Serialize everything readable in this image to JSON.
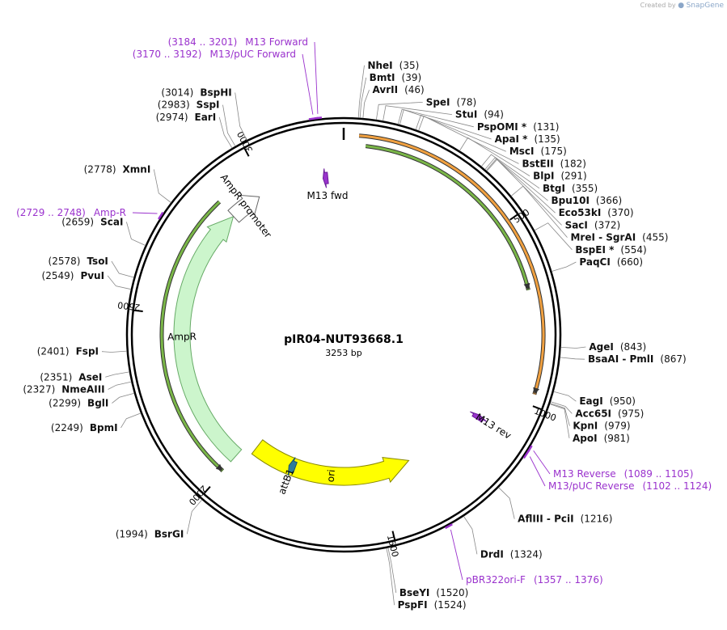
{
  "credit": {
    "prefix": "Created by",
    "brand": "SnapGene"
  },
  "plasmid": {
    "name": "pIR04-NUT93668.1",
    "length_label": "3253 bp",
    "length": 3253
  },
  "ticks": [
    {
      "pos": 500,
      "label": "500"
    },
    {
      "pos": 1000,
      "label": "1000"
    },
    {
      "pos": 1500,
      "label": "1500"
    },
    {
      "pos": 2000,
      "label": "2000"
    },
    {
      "pos": 2500,
      "label": "2500"
    },
    {
      "pos": 3000,
      "label": "3000"
    }
  ],
  "sites": [
    {
      "name": "NheI",
      "pos": 35,
      "posText": "(35)"
    },
    {
      "name": "BmtI",
      "pos": 39,
      "posText": "(39)"
    },
    {
      "name": "AvrII",
      "pos": 46,
      "posText": "(46)"
    },
    {
      "name": "SpeI",
      "pos": 78,
      "posText": "(78)"
    },
    {
      "name": "StuI",
      "pos": 94,
      "posText": "(94)"
    },
    {
      "name": "PspOMI *",
      "pos": 131,
      "posText": "(131)"
    },
    {
      "name": "ApaI *",
      "pos": 135,
      "posText": "(135)"
    },
    {
      "name": "MscI",
      "pos": 175,
      "posText": "(175)"
    },
    {
      "name": "BstEII",
      "pos": 182,
      "posText": "(182)"
    },
    {
      "name": "BlpI",
      "pos": 291,
      "posText": "(291)"
    },
    {
      "name": "BtgI",
      "pos": 355,
      "posText": "(355)"
    },
    {
      "name": "Bpu10I",
      "pos": 366,
      "posText": "(366)"
    },
    {
      "name": "Eco53kI",
      "pos": 370,
      "posText": "(370)"
    },
    {
      "name": "SacI",
      "pos": 372,
      "posText": "(372)"
    },
    {
      "name": "MreI - SgrAI",
      "pos": 455,
      "posText": "(455)"
    },
    {
      "name": "BspEI *",
      "pos": 554,
      "posText": "(554)"
    },
    {
      "name": "PaqCI",
      "pos": 660,
      "posText": "(660)"
    },
    {
      "name": "AgeI",
      "pos": 843,
      "posText": "(843)"
    },
    {
      "name": "BsaAI - PmlI",
      "pos": 867,
      "posText": "(867)"
    },
    {
      "name": "EagI",
      "pos": 950,
      "posText": "(950)"
    },
    {
      "name": "Acc65I",
      "pos": 975,
      "posText": "(975)"
    },
    {
      "name": "KpnI",
      "pos": 979,
      "posText": "(979)"
    },
    {
      "name": "ApoI",
      "pos": 981,
      "posText": "(981)"
    },
    {
      "name": "AflIII - PciI",
      "pos": 1216,
      "posText": "(1216)"
    },
    {
      "name": "DrdI",
      "pos": 1324,
      "posText": "(1324)"
    },
    {
      "name": "BseYI",
      "pos": 1520,
      "posText": "(1520)"
    },
    {
      "name": "PspFI",
      "pos": 1524,
      "posText": "(1524)"
    },
    {
      "name": "BsrGI",
      "pos": 1994,
      "posText": "(1994)"
    },
    {
      "name": "BpmI",
      "pos": 2249,
      "posText": "(2249)"
    },
    {
      "name": "BglI",
      "pos": 2299,
      "posText": "(2299)"
    },
    {
      "name": "NmeAIII",
      "pos": 2327,
      "posText": "(2327)"
    },
    {
      "name": "AseI",
      "pos": 2351,
      "posText": "(2351)"
    },
    {
      "name": "FspI",
      "pos": 2401,
      "posText": "(2401)"
    },
    {
      "name": "PvuI",
      "pos": 2549,
      "posText": "(2549)"
    },
    {
      "name": "TsoI",
      "pos": 2578,
      "posText": "(2578)"
    },
    {
      "name": "ScaI",
      "pos": 2659,
      "posText": "(2659)"
    },
    {
      "name": "XmnI",
      "pos": 2778,
      "posText": "(2778)"
    },
    {
      "name": "EarI",
      "pos": 2974,
      "posText": "(2974)"
    },
    {
      "name": "SspI",
      "pos": 2983,
      "posText": "(2983)"
    },
    {
      "name": "BspHI",
      "pos": 3014,
      "posText": "(3014)"
    }
  ],
  "primers": [
    {
      "name": "M13 Forward",
      "range": "(3184 .. 3201)",
      "start": 3184,
      "end": 3201
    },
    {
      "name": "M13/pUC Forward",
      "range": "(3170 .. 3192)",
      "start": 3170,
      "end": 3192
    },
    {
      "name": "Amp-R",
      "range": "(2729 .. 2748)",
      "start": 2729,
      "end": 2748
    },
    {
      "name": "M13 Reverse",
      "range": "(1089 .. 1105)",
      "start": 1089,
      "end": 1105
    },
    {
      "name": "M13/pUC Reverse",
      "range": "(1102 .. 1124)",
      "start": 1102,
      "end": 1124
    },
    {
      "name": "pBR322ori-F",
      "range": "(1357 .. 1376)",
      "start": 1357,
      "end": 1376
    }
  ],
  "features": [
    {
      "name": "AmpR",
      "start": 2003,
      "end": 2864,
      "dir": "cw",
      "color": "#ccf5cc",
      "stroke": "#66aa66"
    },
    {
      "name": "AmpR promoter",
      "start": 2865,
      "end": 2969,
      "dir": "cw",
      "color": "#ffffff",
      "stroke": "#666666"
    },
    {
      "name": "ori",
      "start": 1379,
      "end": 1967,
      "dir": "ccw",
      "color": "#ffff00",
      "stroke": "#888800"
    },
    {
      "name": "M13 fwd",
      "start": 3185,
      "end": 3201,
      "dir": "ccw",
      "color": "#9933cc",
      "stroke": "#6a1b9a"
    },
    {
      "name": "M13 rev",
      "start": 1089,
      "end": 1105,
      "dir": "ccw",
      "color": "#9933cc",
      "stroke": "#6a1b9a"
    },
    {
      "name": "attB1",
      "start": 1808,
      "end": 1832,
      "dir": "cw",
      "color": "#2e7d9a",
      "stroke": "#1b5566"
    }
  ],
  "orfs": [
    {
      "start": 40,
      "end": 970,
      "dir": "cw",
      "color": "#f0a040"
    },
    {
      "start": 60,
      "end": 690,
      "dir": "cw",
      "color": "#7ab648"
    },
    {
      "start": 2003,
      "end": 2864,
      "dir": "ccw",
      "color": "#7ab648"
    }
  ],
  "colors": {
    "backbone": "#000000",
    "leader": "#888888",
    "primer": "#9a32cd"
  }
}
